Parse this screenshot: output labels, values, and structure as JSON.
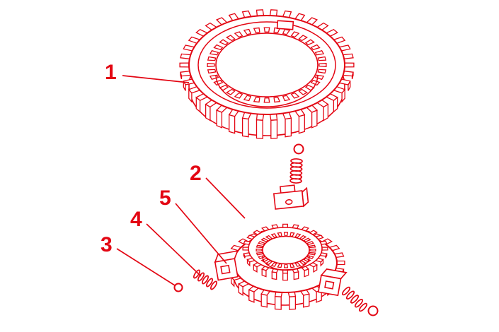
{
  "diagram": {
    "line_color": "#e30613",
    "background": "#ffffff",
    "callouts": [
      {
        "label": "1"
      },
      {
        "label": "2"
      },
      {
        "label": "3"
      },
      {
        "label": "4"
      },
      {
        "label": "5"
      }
    ]
  }
}
